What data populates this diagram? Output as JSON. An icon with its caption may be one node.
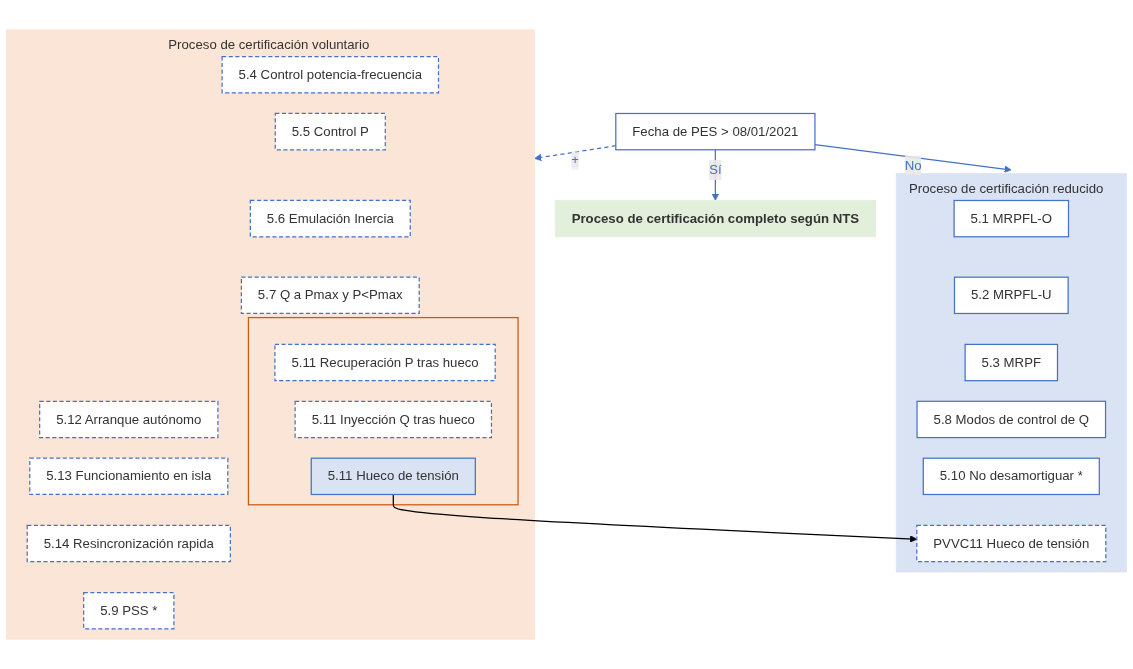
{
  "diagram": {
    "nodes": [
      {
        "text": [
          "Fecha de PES > 08/01/2021"
        ]
      },
      {
        "text": [
          "Proceso de certificación completo según NTS"
        ]
      },
      {
        "text": [
          "Proceso de certificación reducido"
        ]
      },
      {
        "text": [
          "5.1 MRPFL-O"
        ],
        "in": 2
      },
      {
        "text": [
          "5.2 MRPFL-U"
        ],
        "in": 2
      },
      {
        "text": [
          "5.3 MRPF"
        ],
        "in": 2
      },
      {
        "text": [
          "5.8 Modos de control de Q"
        ],
        "in": 2
      },
      {
        "text": [
          "5.10 No desamortiguar *"
        ],
        "in": 2
      },
      {
        "text": [
          "PVVC11 Hueco de tensión"
        ],
        "in": 2
      },
      {
        "text": [
          "Proceso de certificación voluntario"
        ]
      },
      {
        "text": [
          "5.4 Control potencia-frecuencia"
        ],
        "in": 9
      },
      {
        "text": [
          "5.5 Control P"
        ],
        "in": 9
      },
      {
        "text": [
          "5.6 Emulación Inercia"
        ],
        "in": 9
      },
      {
        "text": [
          "5.7 Q a Pmax y P<Pmax"
        ],
        "in": 9
      },
      {
        "text": [],
        "shape": "box",
        "in": 9
      },
      {
        "text": [
          "5.11 Recuperación P tras hueco"
        ],
        "in": 14
      },
      {
        "text": [
          "5.11 Inyección Q tras hueco"
        ],
        "in": 14
      },
      {
        "text": [
          "5.11 Hueco de tensión"
        ],
        "in": 14
      },
      {
        "text": [
          "5.12 Arranque autónomo"
        ],
        "in": 9
      },
      {
        "text": [
          "5.13 Funcionamiento en isla"
        ],
        "in": 9
      },
      {
        "text": [
          "5.14 Resincronización rapida"
        ],
        "in": 9
      },
      {
        "text": [
          "5.9 PSS *"
        ],
        "in": 9
      }
    ],
    "edges": [
      {
        "from": 0,
        "to": 1,
        "arrow": "to",
        "label": "Sí"
      },
      {
        "from": 0,
        "to": 2,
        "arrow": "to",
        "label": "No"
      },
      {
        "from": 0,
        "to": 9,
        "arrow": "to",
        "label": "+",
        "style": "dashed"
      },
      {
        "from": 17,
        "to": 8,
        "arrow": "to",
        "color": "#000000"
      }
    ]
  }
}
